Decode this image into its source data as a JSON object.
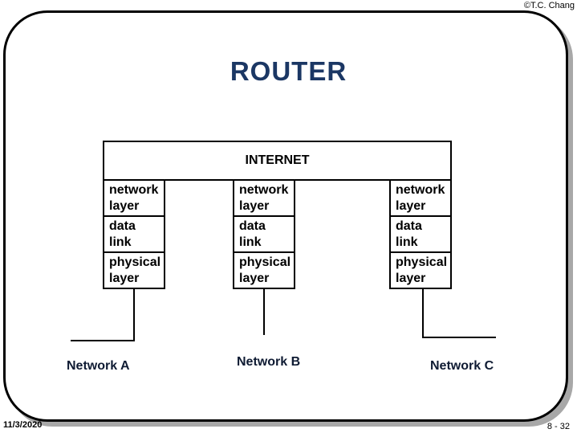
{
  "copyright": "©T.C. Chang",
  "title": "ROUTER",
  "diagram": {
    "internet_label": "INTERNET",
    "stacks": [
      {
        "cells": [
          "network\nlayer",
          "data\nlink",
          "physical\nlayer"
        ]
      },
      {
        "cells": [
          "network\nlayer",
          "data\nlink",
          "physical\nlayer"
        ]
      },
      {
        "cells": [
          "network\nlayer",
          "data\nlink",
          "physical\nlayer"
        ]
      }
    ],
    "network_labels": [
      "Network A",
      "Network B",
      "Network C"
    ]
  },
  "footer": {
    "date": "11/3/2020",
    "page_number": "8 - 32"
  },
  "colors": {
    "title": "#1b3764",
    "line": "#000000",
    "shadow": "#a8a8a8",
    "network_label": "#0f1b33",
    "text": "#000000",
    "background": "#ffffff"
  }
}
